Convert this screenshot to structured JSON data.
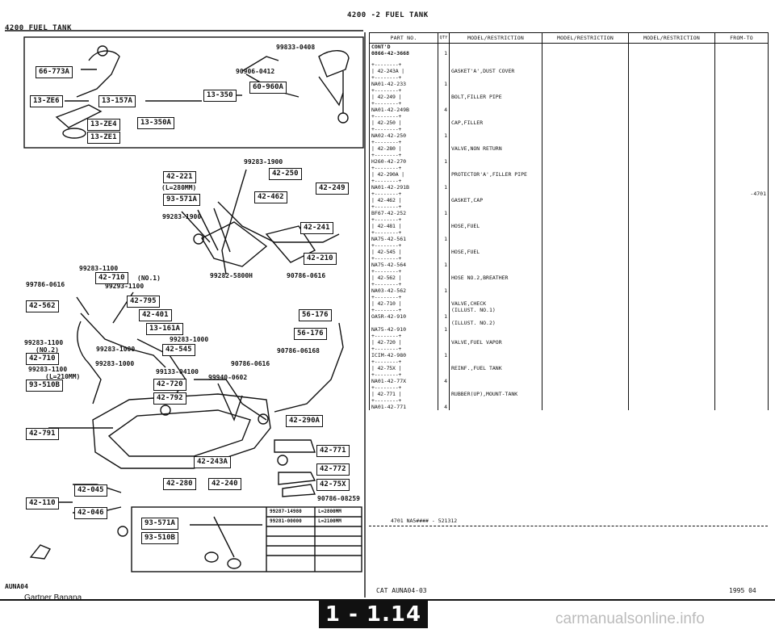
{
  "header": {
    "left_title": "4200     FUEL TANK",
    "center_title": "4200  -2   FUEL TANK"
  },
  "diagram": {
    "top_left_labels": [
      "66-773A",
      "13-ZE6",
      "13-157A",
      "13-ZE4",
      "13-350A",
      "13-ZE1",
      "13-350",
      "60-960A"
    ],
    "top_callouts": [
      "99833-0408",
      "90906-0412"
    ],
    "mid_boxes": [
      "42-221",
      "42-250",
      "42-249",
      "93-571A",
      "42-462",
      "42-241",
      "42-210"
    ],
    "mid_callouts": [
      "99283-1900",
      "(L=280MM)",
      "99283-1900",
      "99282-5800H",
      "90786-0616"
    ],
    "lower_boxes": [
      "42-710",
      "42-795",
      "42-562",
      "42-401",
      "13-161A",
      "56-176",
      "56-176",
      "42-545",
      "42-710",
      "42-720",
      "93-510B",
      "42-792",
      "42-290A",
      "42-791",
      "42-243A",
      "42-771",
      "42-280",
      "42-240",
      "42-772",
      "42-75X",
      "42-045",
      "42-110",
      "42-046"
    ],
    "lower_callouts": [
      "99283-1100",
      "(NO.1)",
      "99293-1100",
      "99786-0616",
      "99283-1000",
      "99283-1100",
      "(NO.2)",
      "99283-1000",
      "99283-1000",
      "99283-1100",
      "(L=210MM)",
      "99133-04100",
      "99940-0602",
      "90786-0616",
      "90786-06168",
      "90786-08259"
    ],
    "inset_boxes": [
      "93-571A",
      "93-510B"
    ],
    "inset_table": [
      "99287-14980",
      "L=2800MM",
      "99281-00000",
      "L=2100MM"
    ],
    "left_code": "AUNA04"
  },
  "table": {
    "headers": [
      "PART NO.",
      "QTY",
      "MODEL/RESTRICTION",
      "MODEL/RESTRICTION",
      "MODEL/RESTRICTION",
      "FROM-TO"
    ],
    "cont": [
      "CONT'D",
      "0866-42-3668",
      "1"
    ],
    "rows": [
      {
        "box": "42-243A",
        "pn": "NA01-42-233",
        "qty": "1",
        "desc": "GASKET'A',DUST COVER"
      },
      {
        "box": "42-249",
        "pn": "NA01-42-249B",
        "qty": "4",
        "desc": "BOLT,FILLER PIPE"
      },
      {
        "box": "42-250",
        "pn": "NA02-42-250",
        "qty": "1",
        "desc": "CAP,FILLER"
      },
      {
        "box": "42-280",
        "pn": "H260-42-270",
        "qty": "1",
        "desc": "VALVE,NON RETURN"
      },
      {
        "box": "42-290A",
        "pn": "NA01-42-291B",
        "qty": "1",
        "desc": "PROTECTOR'A',FILLER PIPE"
      },
      {
        "box": "42-462",
        "pn": "BF67-42-252",
        "qty": "1",
        "desc": "GASKET,CAP",
        "from": "-4701"
      },
      {
        "box": "42-481",
        "pn": "NA75-42-561",
        "qty": "1",
        "desc": "HOSE,FUEL"
      },
      {
        "box": "42-545",
        "pn": "NA75-42-564",
        "qty": "1",
        "desc": "HOSE,FUEL"
      },
      {
        "box": "42-562",
        "pn": "NA03-42-562",
        "qty": "1",
        "desc": "HOSE NO.2,BREATHER"
      },
      {
        "box": "42-710",
        "pn": "OA5R-42-910",
        "qty": "1",
        "desc": "VALVE,CHECK",
        "desc2": "(ILLUST. NO.1)",
        "pn2": "NA75-42-910",
        "qty2": "1"
      },
      {
        "box": "42-720",
        "pn": "ICIM-42-980",
        "qty": "1",
        "desc": "VALVE,FUEL VAPOR"
      },
      {
        "box": "42-75X",
        "pn": "NA01-42-77X",
        "qty": "4",
        "desc": "REINF.,FUEL TANK"
      },
      {
        "box": "42-771",
        "pn": "NA01-42-771",
        "qty": "4",
        "desc": "RUBBER(UP),MOUNT-TANK"
      }
    ],
    "last_desc2": "(ILLUST. NO.2)",
    "footer_note": "4701  NA5#### - 521312"
  },
  "footer": {
    "left_code": "AUNA04",
    "center_code": "CAT  AUNA04-03",
    "date": "1995  04",
    "page_number": "1 - 1.14",
    "credit": "Gartner Banana",
    "watermark": "carmanualsonline.info"
  }
}
